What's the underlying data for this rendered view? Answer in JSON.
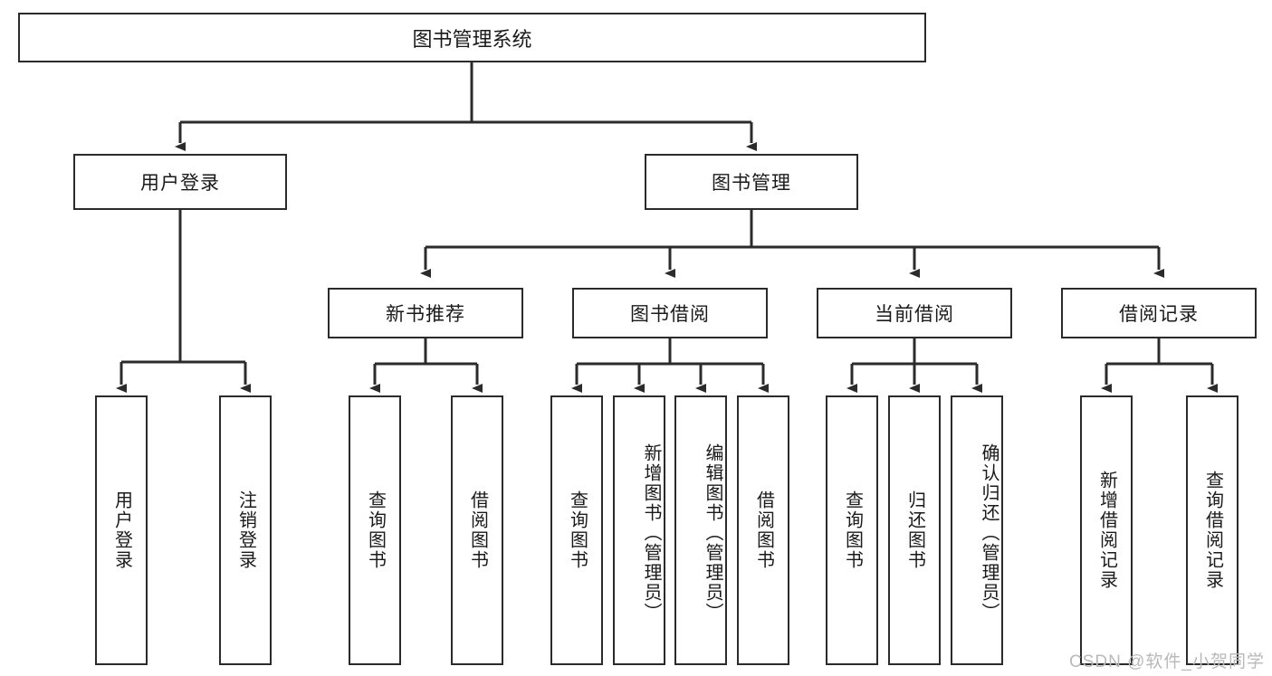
{
  "diagram": {
    "type": "tree",
    "title": "图书管理系统",
    "watermark": "CSDN @软件_小贺同学",
    "colors": {
      "stroke": "#2b2b2b",
      "fill": "#ffffff",
      "text": "#1a1a1a",
      "watermark": "#b9b9b9"
    },
    "levels": {
      "root": {
        "label": "图书管理系统"
      },
      "level2": [
        {
          "label": "用户登录"
        },
        {
          "label": "图书管理"
        }
      ],
      "level3": [
        {
          "label": "新书推荐"
        },
        {
          "label": "图书借阅"
        },
        {
          "label": "当前借阅"
        },
        {
          "label": "借阅记录"
        }
      ],
      "leaves": [
        {
          "label": "用户登录",
          "parent": "用户登录"
        },
        {
          "label": "注销登录",
          "parent": "用户登录"
        },
        {
          "label": "查询图书",
          "parent": "新书推荐"
        },
        {
          "label": "借阅图书",
          "parent": "新书推荐"
        },
        {
          "label": "查询图书",
          "parent": "图书借阅"
        },
        {
          "label": "新增图书（管理员）",
          "parent": "图书借阅"
        },
        {
          "label": "编辑图书（管理员）",
          "parent": "图书借阅"
        },
        {
          "label": "借阅图书",
          "parent": "图书借阅"
        },
        {
          "label": "查询图书",
          "parent": "当前借阅"
        },
        {
          "label": "归还图书",
          "parent": "当前借阅"
        },
        {
          "label": "确认归还（管理员）",
          "parent": "当前借阅"
        },
        {
          "label": "新增借阅记录",
          "parent": "借阅记录"
        },
        {
          "label": "查询借阅记录",
          "parent": "借阅记录"
        }
      ]
    }
  }
}
